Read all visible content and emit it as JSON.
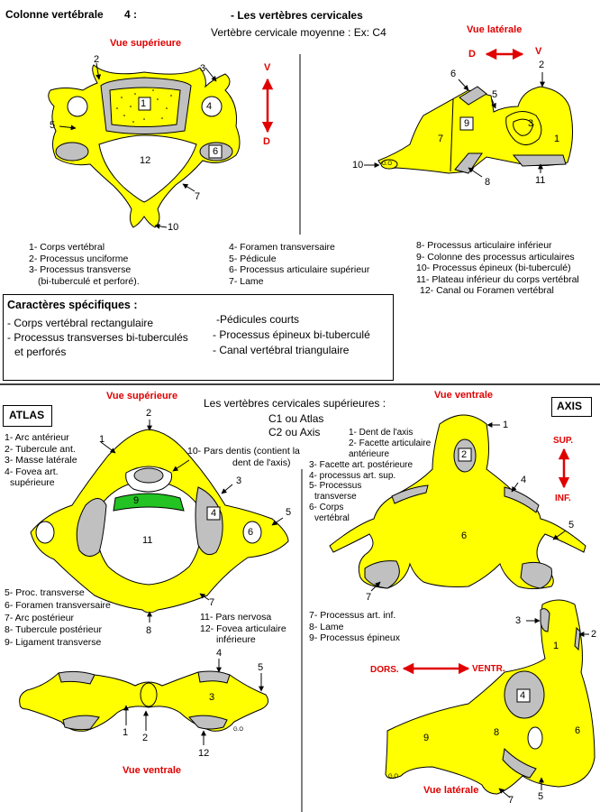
{
  "header": {
    "title": "Colonne  vertébrale",
    "number": "4 :",
    "subtitle": "- Les vertèbres cervicales",
    "sub2": "Vertèbre cervicale moyenne : Ex: C4"
  },
  "c4": {
    "view_sup": "Vue supérieure",
    "view_lat": "Vue latérale",
    "dir_v": "V",
    "dir_d": "D",
    "legend_col1": [
      "1- Corps vertébral",
      "2- Processus unciforme",
      "3- Processus transverse",
      "   (bi-tuberculé et perforé)."
    ],
    "legend_col2": [
      "4- Foramen transversaire",
      "5- Pédicule",
      "6- Processus articulaire supérieur",
      "7- Lame"
    ],
    "legend_col3": [
      "8- Processus articulaire inférieur",
      "9- Colonne des processus articulaires",
      "10- Processus épineux (bi-tuberculé)",
      "11- Plateau inférieur du corps vertébral",
      " 12- Canal ou Foramen vertébral"
    ],
    "labels_sup": [
      "1",
      "2",
      "3",
      "4",
      "5",
      "6",
      "7",
      "10",
      "12"
    ],
    "labels_lat": [
      "1",
      "2",
      "3",
      "5",
      "6",
      "7",
      "8",
      "9",
      "10",
      "11"
    ],
    "go": "G.O"
  },
  "specific": {
    "heading": "Caractères spécifiques :",
    "left": [
      "- Corps vertébral rectangulaire",
      "- Processus transverses bi-tuberculés",
      "  et perforés"
    ],
    "right": [
      "-Pédicules courts",
      "- Processus épineux bi-tuberculé",
      "- Canal vertébral triangulaire"
    ]
  },
  "upper": {
    "intro": "Les vertèbres cervicales supérieures :",
    "c1": "C1 ou Atlas",
    "c2": "C2 ou Axis"
  },
  "atlas": {
    "tag": "ATLAS",
    "view_sup": "Vue supérieure",
    "view_ventral": "Vue ventrale",
    "legend_top": [
      "1- Arc antérieur",
      "2- Tubercule  ant.",
      "3- Masse latérale",
      "4- Fovea art.",
      "  supérieure"
    ],
    "legend_bottom": [
      "5- Proc. transverse",
      "6- Foramen transversaire",
      "7- Arc postérieur",
      "8- Tubercule postérieur",
      "9- Ligament transverse"
    ],
    "pars_dentis": [
      "10- Pars dentis (contient la",
      "dent de l'axis)"
    ],
    "legend_right": [
      "11- Pars nervosa",
      "12- Fovea articulaire",
      "     inférieure"
    ],
    "labels": [
      "1",
      "2",
      "3",
      "4",
      "5",
      "6",
      "7",
      "8",
      "9",
      "11"
    ],
    "labels_ventral": [
      "1",
      "2",
      "3",
      "4",
      "5",
      "12"
    ]
  },
  "axis": {
    "tag": "AXIS",
    "view_ventral": "Vue ventrale",
    "view_lat": "Vue latérale",
    "sup": "SUP.",
    "inf": "INF.",
    "dors": "DORS.",
    "ventr": "VENTR.",
    "legend_top": [
      "1- Dent de l'axis",
      "2- Facette articulaire",
      "     antérieure",
      "3- Facette art. postérieure",
      "4- processus art. sup.",
      "5- Processus",
      "    transverse",
      "6- Corps",
      "   vertébral"
    ],
    "legend_bottom": [
      "7- Processus art. inf.",
      "8- Lame",
      "9- Processus épineux"
    ],
    "labels_ventral": [
      "1",
      "2",
      "4",
      "5",
      "6",
      "7"
    ],
    "labels_lat": [
      "1",
      "2",
      "3",
      "4",
      "5",
      "6",
      "7",
      "8",
      "9"
    ]
  },
  "colors": {
    "bone": "#ffff00",
    "outline": "#000000",
    "cartilage": "#c0c0c0",
    "ligament": "#22c322",
    "accent": "#e00000"
  }
}
